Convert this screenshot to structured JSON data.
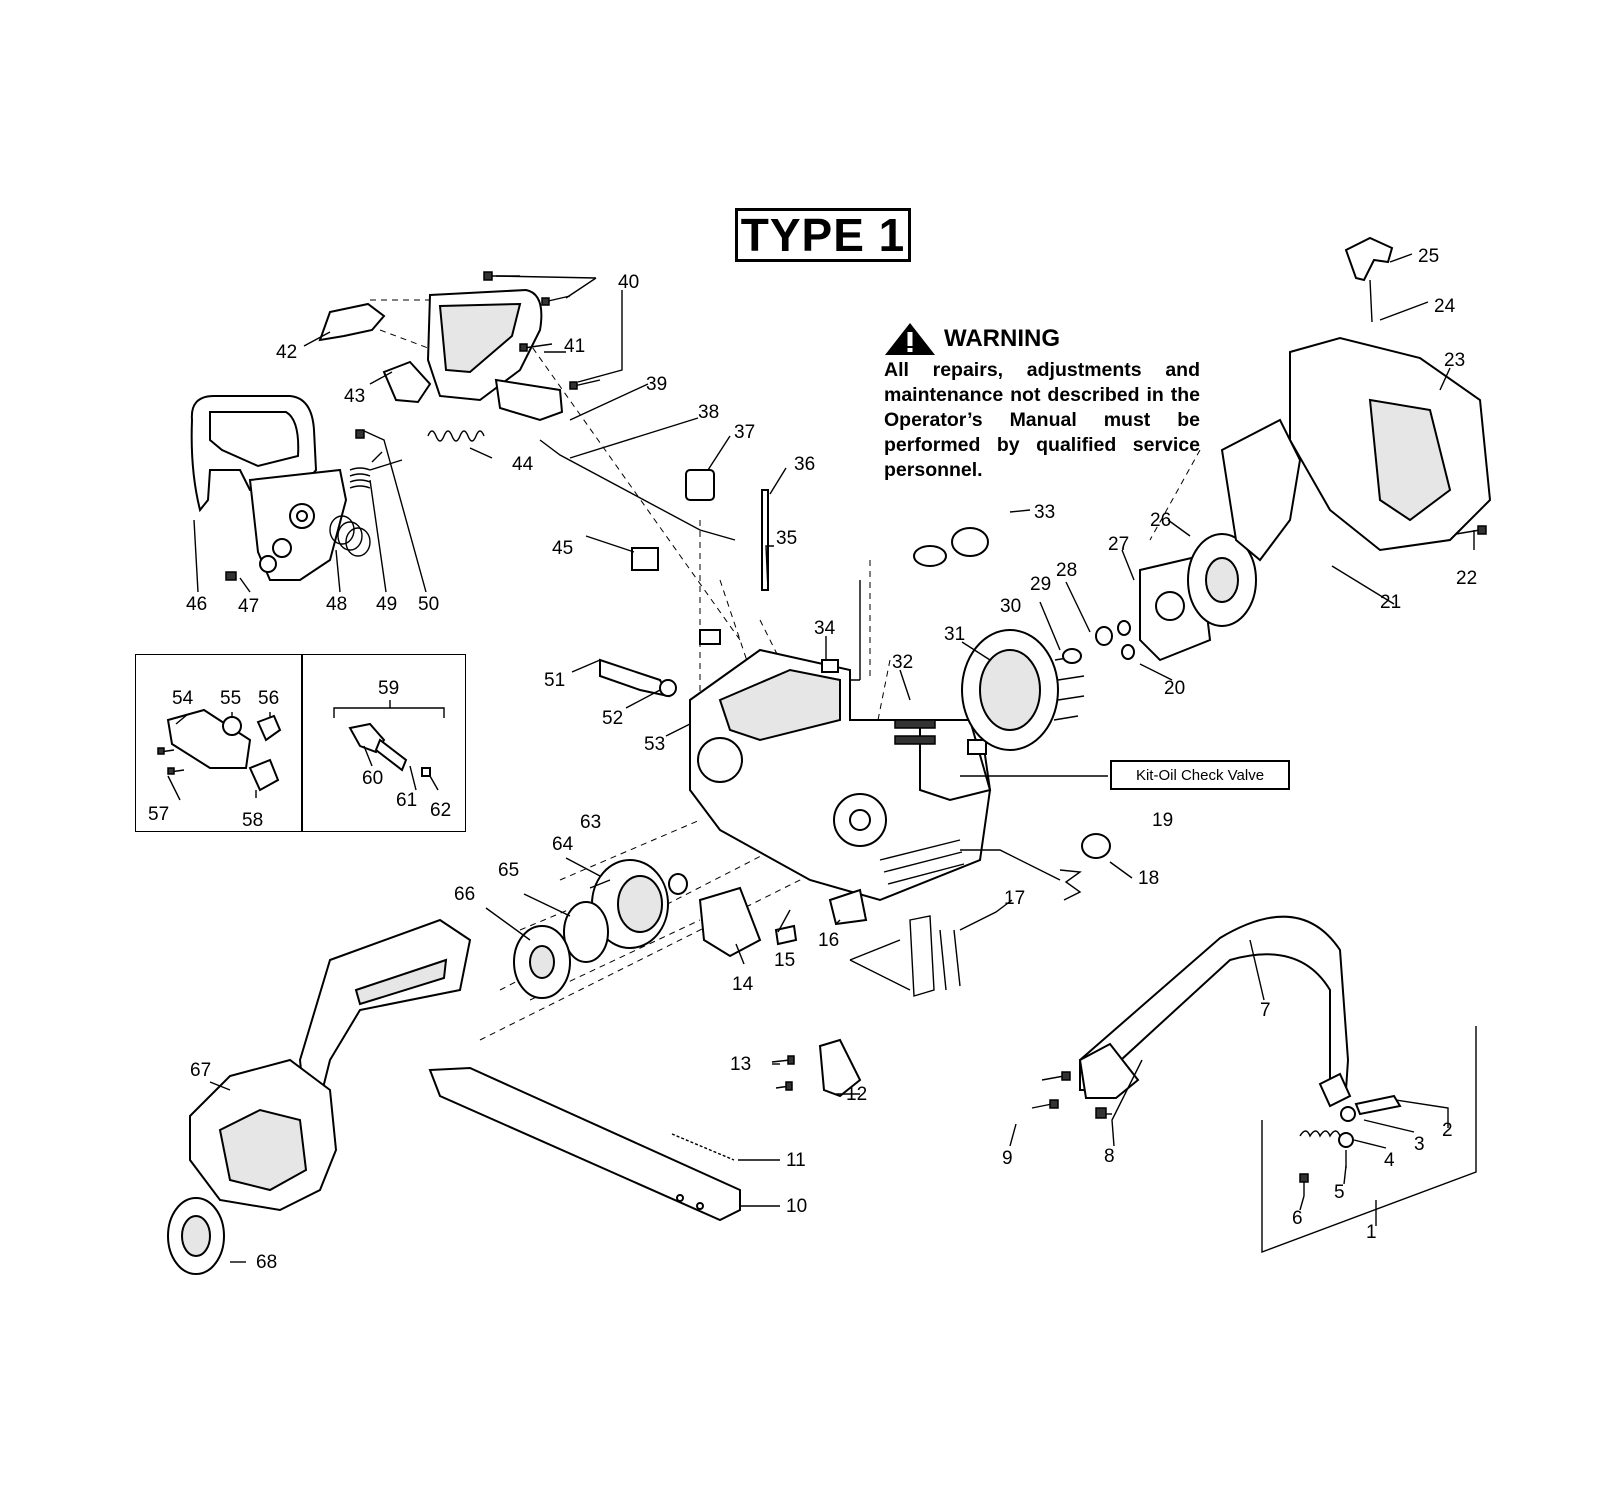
{
  "title": "TYPE 1",
  "warning": {
    "heading": "WARNING",
    "text": "All repairs, adjustments and maintenance not described in the Operator’s Manual must be performed by qualified service personnel."
  },
  "kit_label": "Kit-Oil Check Valve",
  "callouts": [
    "1",
    "2",
    "3",
    "4",
    "5",
    "6",
    "7",
    "8",
    "9",
    "10",
    "11",
    "12",
    "13",
    "14",
    "15",
    "16",
    "17",
    "18",
    "19",
    "20",
    "21",
    "22",
    "23",
    "24",
    "25",
    "26",
    "27",
    "28",
    "29",
    "30",
    "31",
    "32",
    "33",
    "34",
    "35",
    "36",
    "37",
    "38",
    "39",
    "40",
    "41",
    "42",
    "43",
    "44",
    "45",
    "46",
    "47",
    "48",
    "49",
    "50",
    "51",
    "52",
    "53",
    "54",
    "55",
    "56",
    "57",
    "58",
    "59",
    "60",
    "61",
    "62",
    "63",
    "64",
    "65",
    "66",
    "67",
    "68"
  ]
}
